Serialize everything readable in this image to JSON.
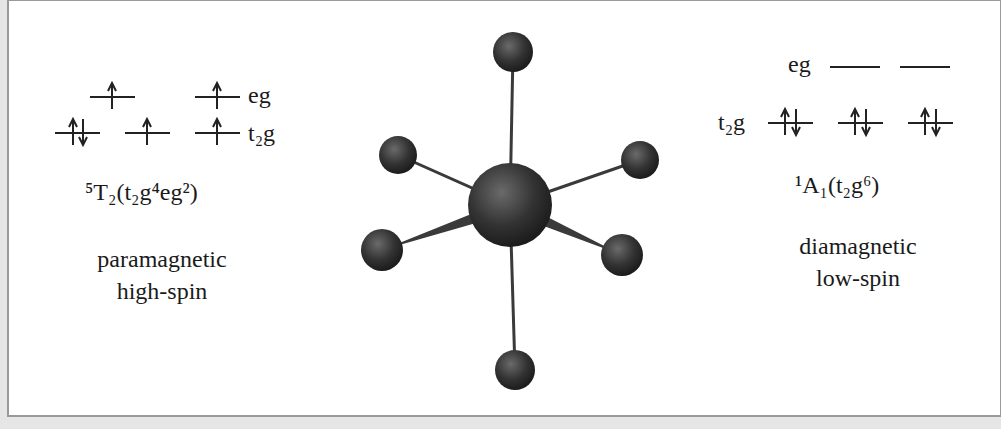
{
  "diagram": {
    "labels": [
      "eg",
      "t₂g",
      "⁵T₂(t₂g⁴eg²)",
      "paramagnetic high-spin",
      "eg",
      "t₂g",
      "¹A₁(t₂g⁶)",
      "diamagnetic low-spin"
    ]
  }
}
